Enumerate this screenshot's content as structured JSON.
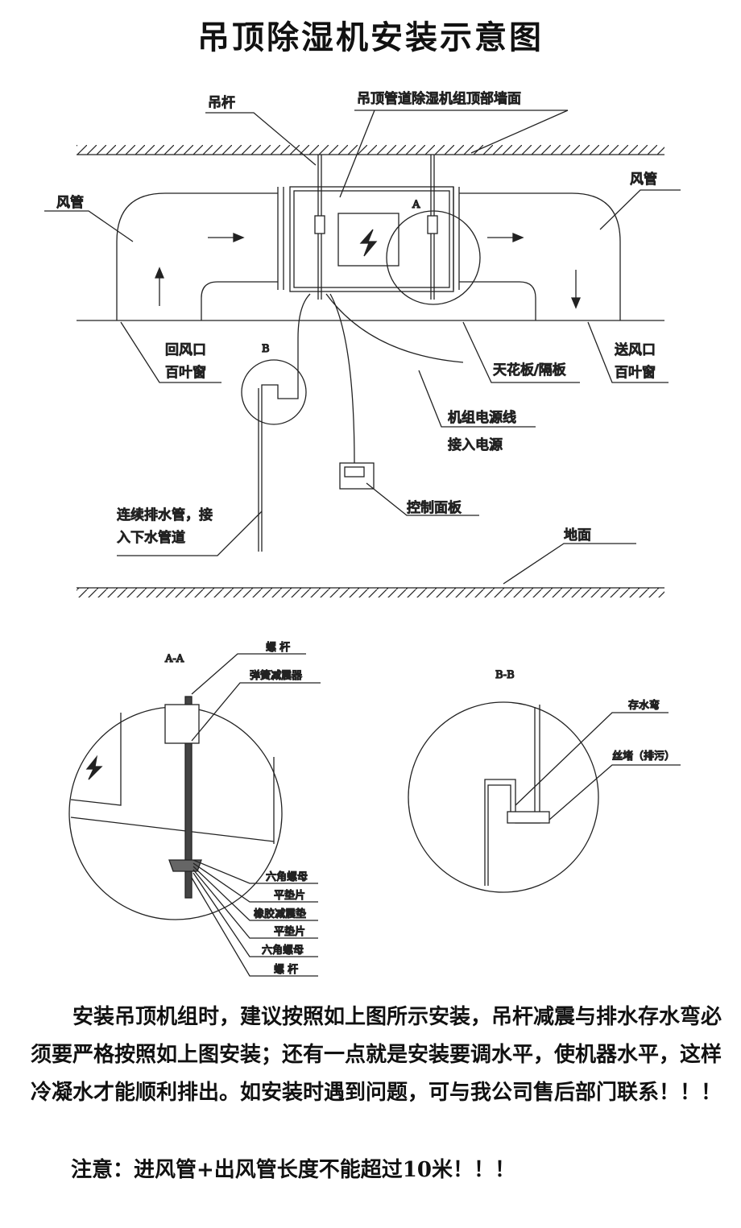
{
  "title": "吊顶除湿机安装示意图",
  "labels": {
    "rod": "吊杆",
    "top_wall": "吊顶管道除湿机组顶部墙面",
    "duct_left": "风管",
    "duct_right": "风管",
    "mark_a": "A",
    "mark_b": "B",
    "return_1": "回风口",
    "return_2": "百叶窗",
    "ceiling": "天花板/隔板",
    "supply_1": "送风口",
    "supply_2": "百叶窗",
    "power_1": "机组电源线",
    "power_2": "接入电源",
    "drain_1": "连续排水管，接",
    "drain_2": "入下水管道",
    "panel": "控制面板",
    "floor": "地面"
  },
  "detail_a": {
    "title": "A-A",
    "screw_top": "螺  杆",
    "spring": "弹簧减震器",
    "parts": [
      "六角螺母",
      "平垫片",
      "橡胶减震垫",
      "平垫片",
      "六角螺母",
      "螺  杆"
    ]
  },
  "detail_b": {
    "title": "B-B",
    "trap": "存水弯",
    "plug": "丝堵（排污）"
  },
  "notes": {
    "paragraph": "安装吊顶机组时，建议按照如上图所示安装，吊杆减震与排水存水弯必须要严格按照如上图安装；还有一点就是安装要调水平，使机器水平，这样冷凝水才能顺利排出。如安装时遇到问题，可与我公司售后部门联系！！！",
    "warning": "注意：进风管+出风管长度不能超过10米！！！"
  }
}
